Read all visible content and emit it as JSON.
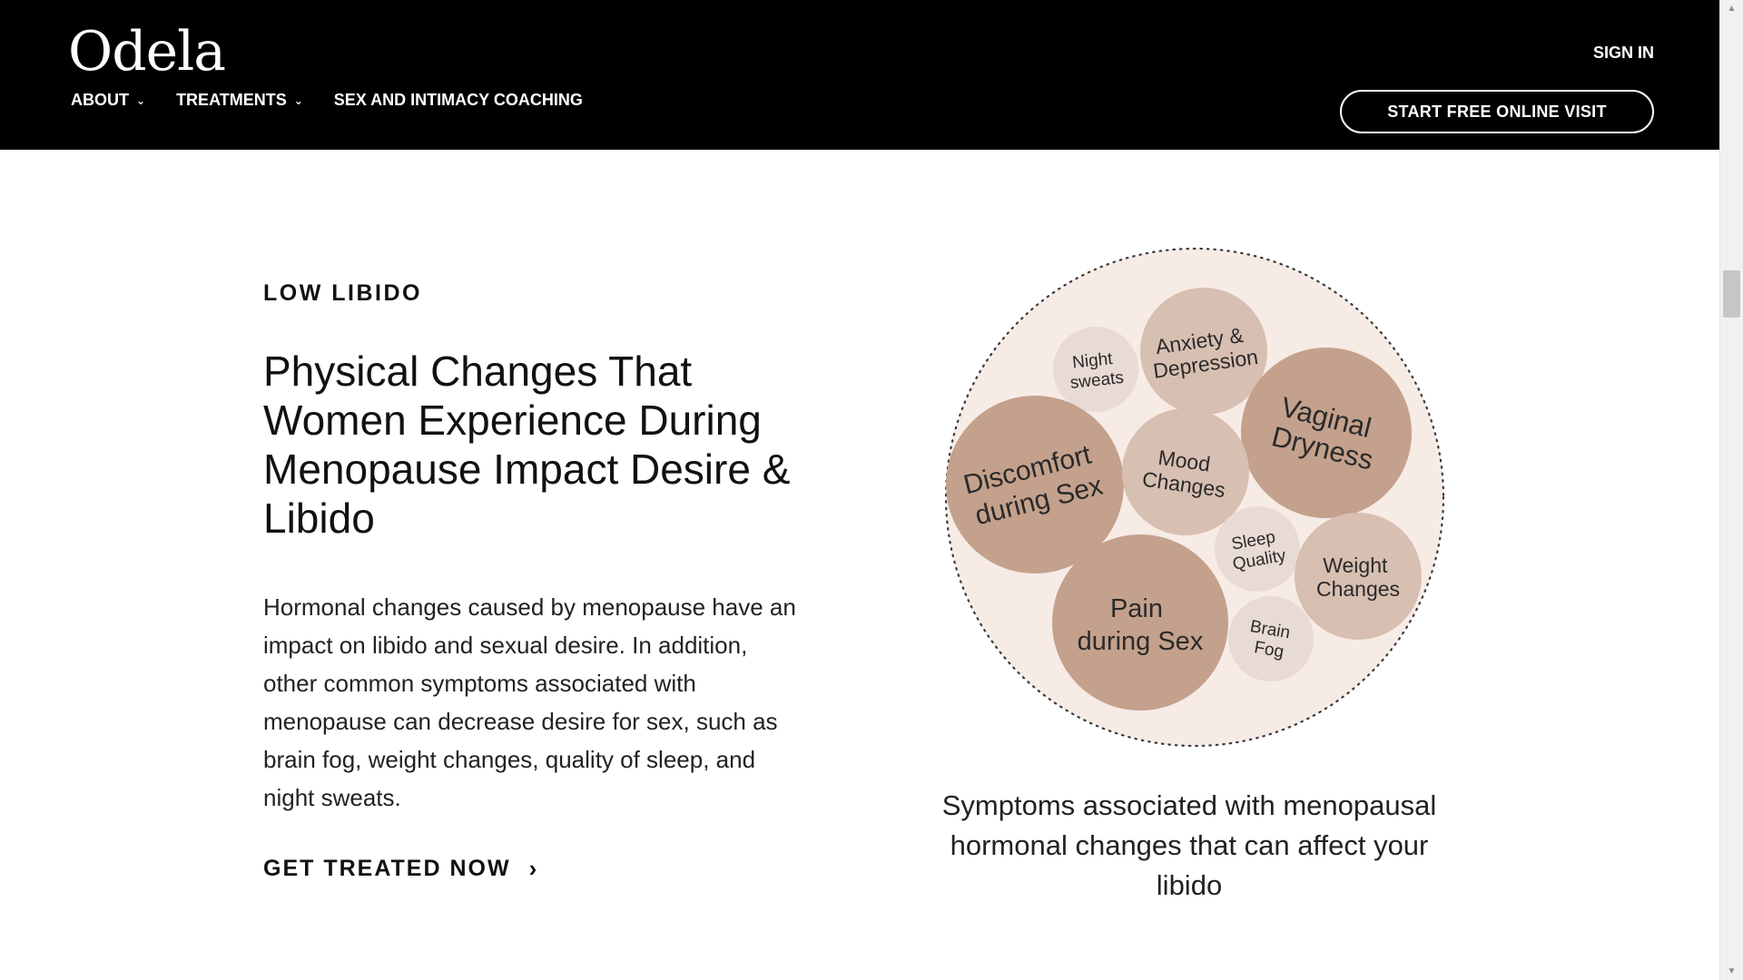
{
  "header": {
    "logo": "Odela",
    "nav": [
      {
        "label": "ABOUT",
        "chevron": true
      },
      {
        "label": "TREATMENTS",
        "chevron": true
      },
      {
        "label": "SEX AND INTIMACY COACHING",
        "chevron": false
      }
    ],
    "sign_in": "SIGN IN",
    "cta": "START FREE ONLINE VISIT"
  },
  "main": {
    "eyebrow": "LOW LIBIDO",
    "headline": "Physical Changes That Women Experience During Menopause Impact Desire & Libido",
    "body": "Hormonal changes caused by menopause have an impact on libido and sexual desire. In addition, other common symptoms associated with menopause can decrease desire for sex, such as brain fog, weight changes, quality of sleep, and night sweats.",
    "link": "GET TREATED NOW",
    "link_arrow": "›"
  },
  "graphic": {
    "bubbles": [
      {
        "lines": [
          "Night",
          "sweats"
        ]
      },
      {
        "lines": [
          "Anxiety &",
          "Depression"
        ]
      },
      {
        "lines": [
          "Vaginal",
          "Dryness"
        ]
      },
      {
        "lines": [
          "Discomfort",
          "during Sex"
        ]
      },
      {
        "lines": [
          "Mood",
          "Changes"
        ]
      },
      {
        "lines": [
          "Sleep",
          "Quality"
        ]
      },
      {
        "lines": [
          "Weight",
          "Changes"
        ]
      },
      {
        "lines": [
          "Pain",
          "during Sex"
        ]
      },
      {
        "lines": [
          "Brain",
          "Fog"
        ]
      }
    ],
    "colors": {
      "outer": "#f7ebe6",
      "outline": "#3a3a3a",
      "dark": "#c4a18c",
      "mid": "#d7bfb1",
      "light": "#e8dbd4",
      "text": "#2a2a2a"
    },
    "caption": "Symptoms associated with menopausal hormonal changes that can affect your libido"
  }
}
